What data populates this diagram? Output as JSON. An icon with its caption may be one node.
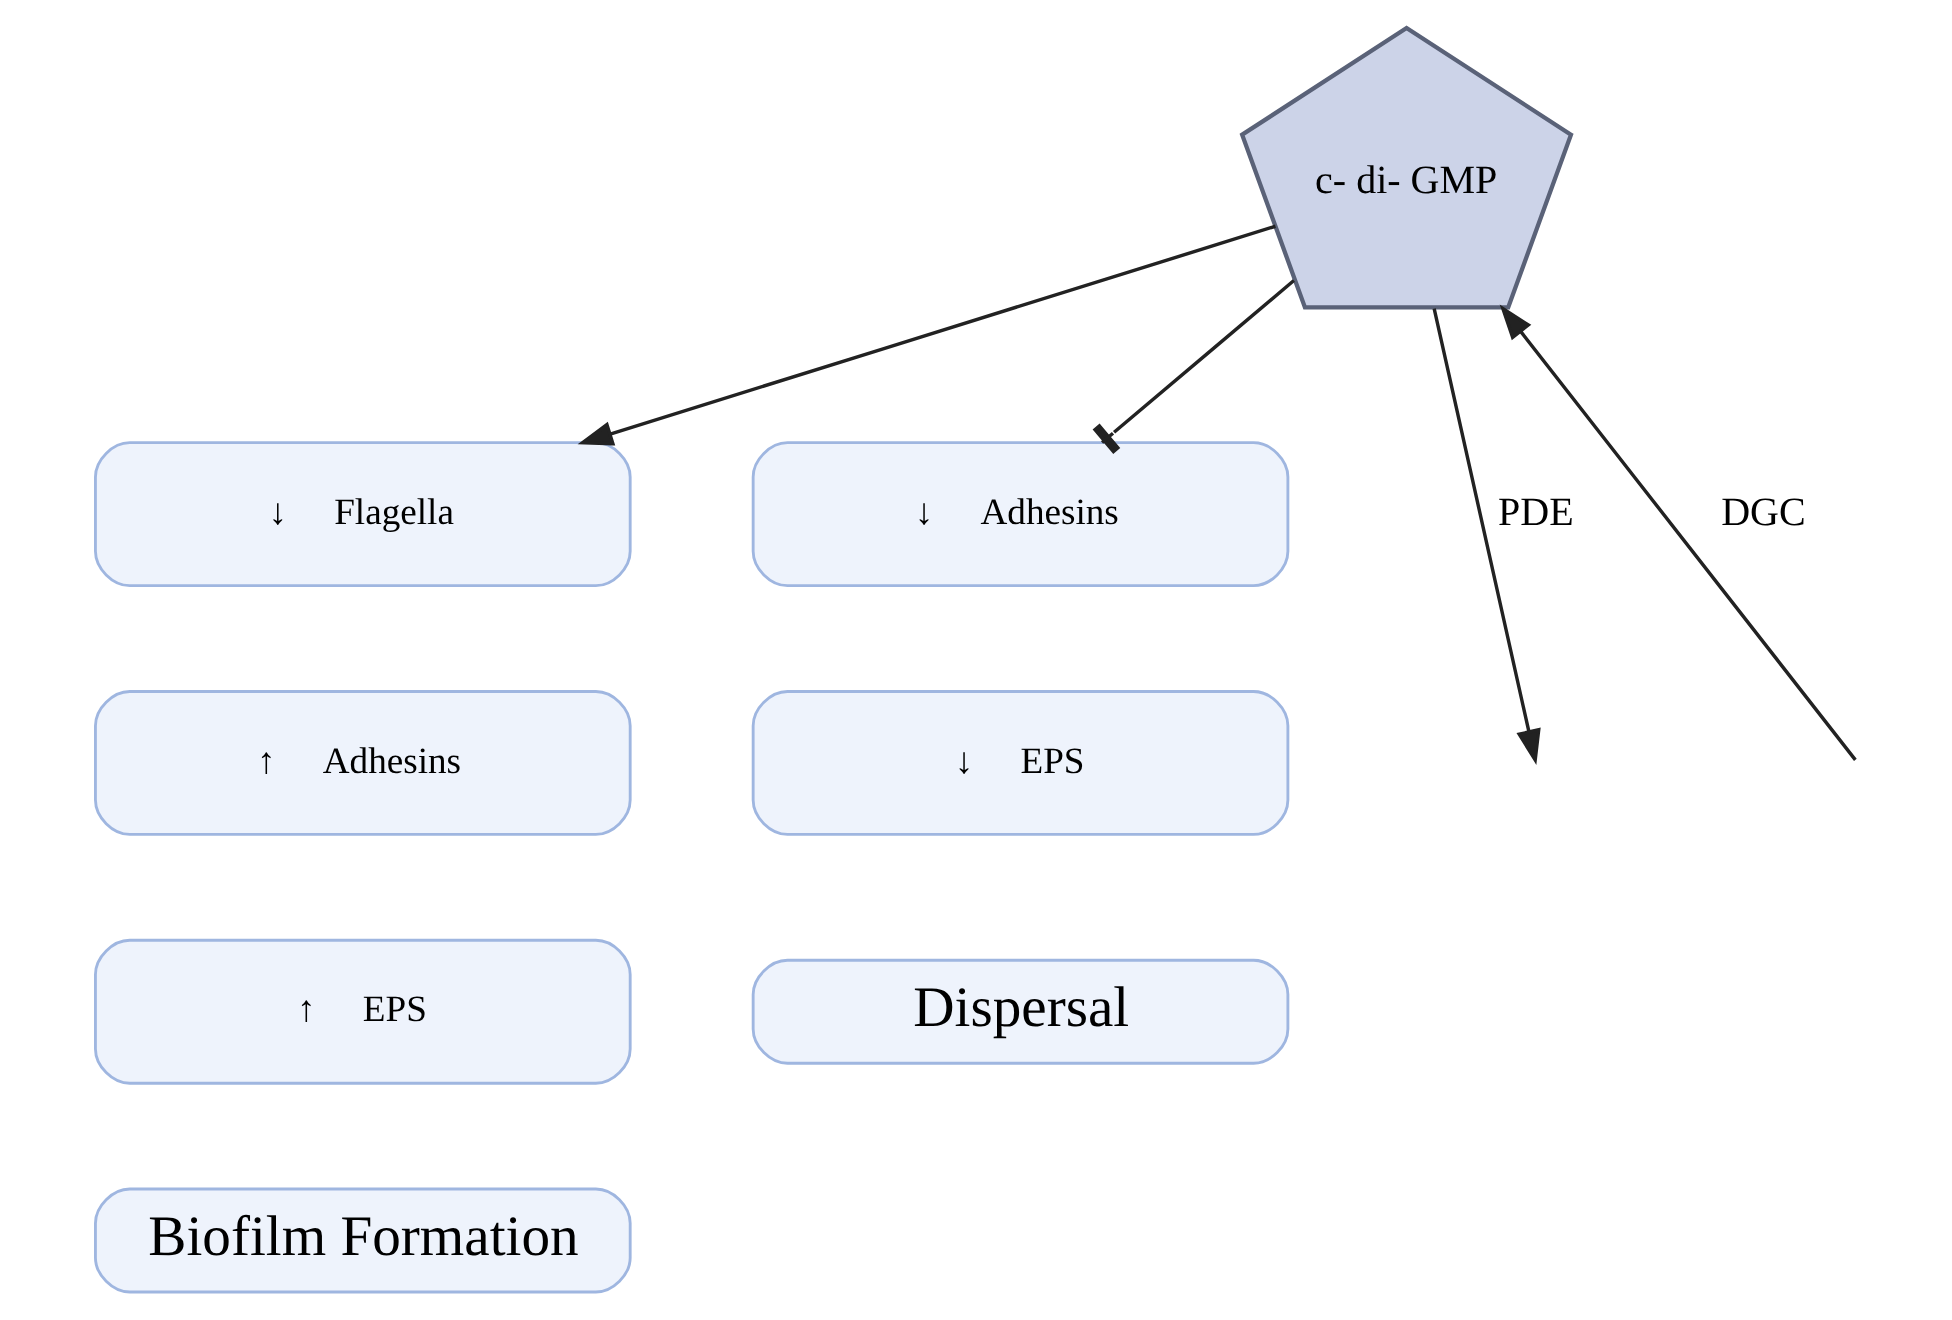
{
  "diagram": {
    "nodes": [
      {
        "text": [
          "c- di- GMP"
        ]
      },
      {
        "text": [
          "↓",
          "Flagella"
        ]
      },
      {
        "text": [
          "↑",
          "Adhesins"
        ]
      },
      {
        "text": [
          "↑",
          "EPS"
        ]
      },
      {
        "text": [
          "Biofilm Formation"
        ]
      },
      {
        "text": [
          "↓",
          "Adhesins"
        ]
      },
      {
        "text": [
          "↓",
          "EPS"
        ]
      },
      {
        "text": [
          "Dispersal"
        ]
      }
    ],
    "edges": [
      {
        "from": null,
        "to": 0,
        "arrow": "to",
        "label": "DGC"
      },
      {
        "from": 0,
        "to": null,
        "arrow": "to",
        "label": "PDE"
      },
      {
        "from": 0,
        "to": 1,
        "arrow": "to"
      },
      {
        "from": 0,
        "to": 5,
        "arrow": "other"
      }
    ]
  }
}
